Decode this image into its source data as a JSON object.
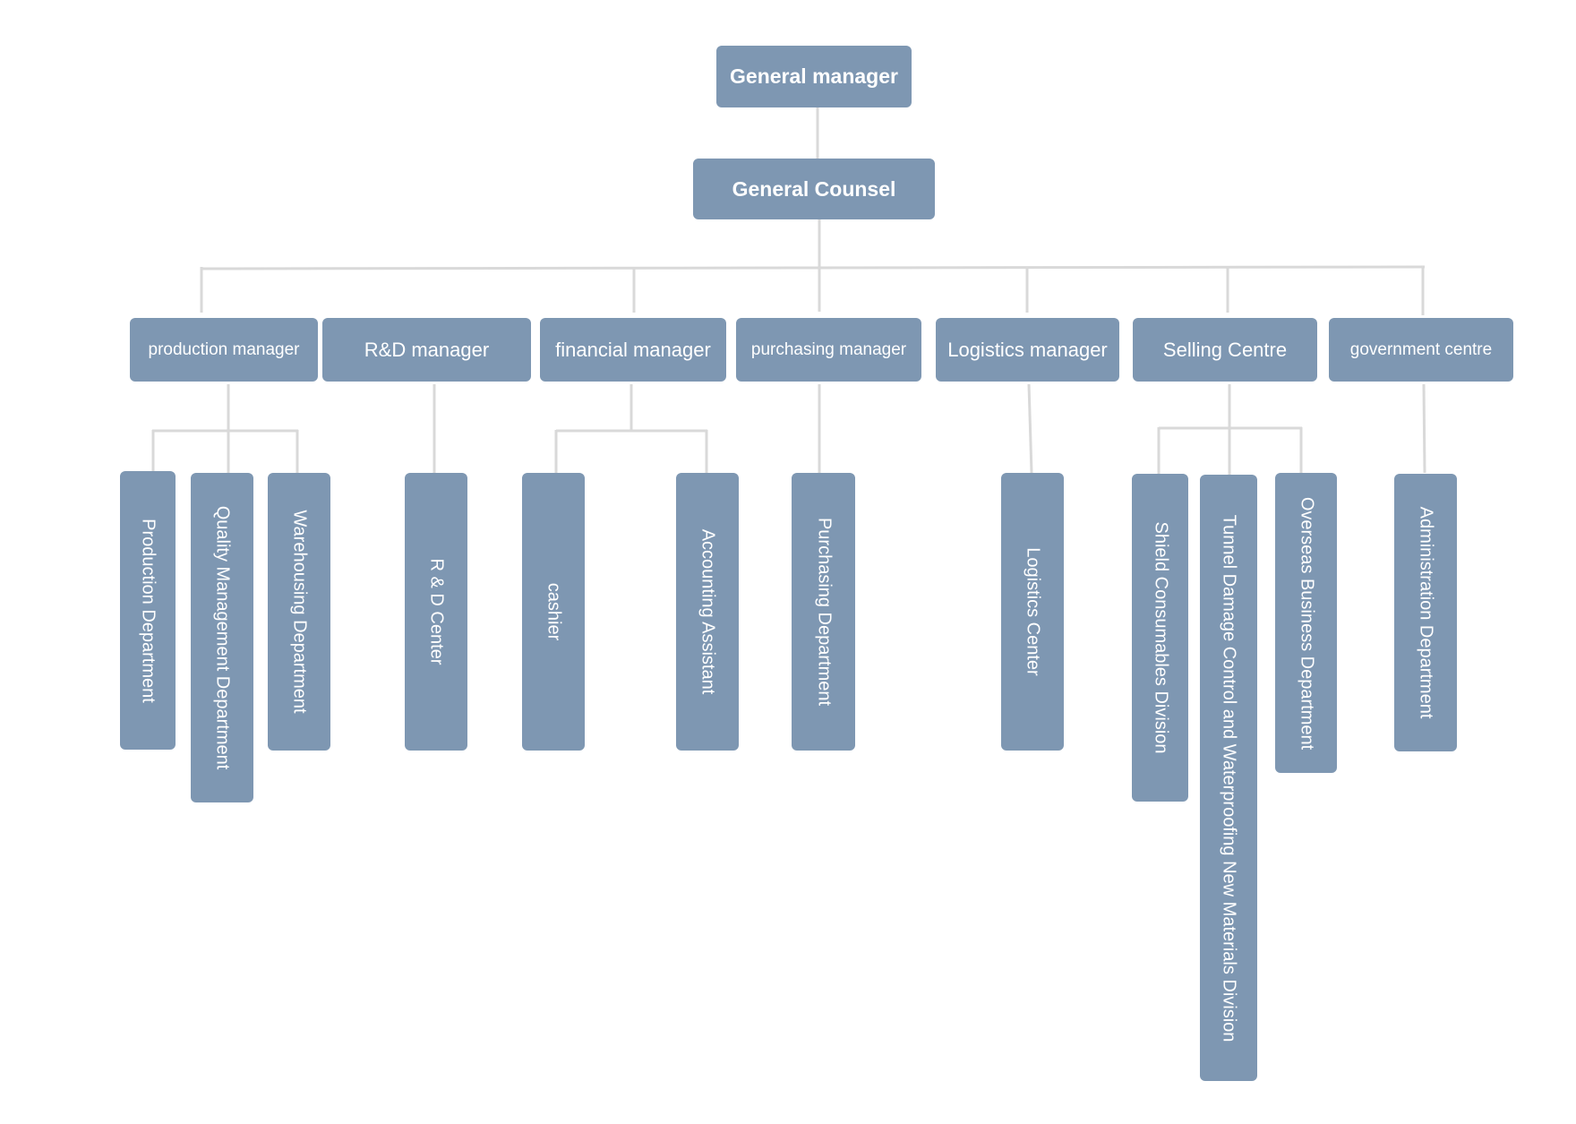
{
  "colors": {
    "box_fill": "#7e97b2",
    "box_text": "#ffffff",
    "connector": "#d9d9d9"
  },
  "chart": {
    "general_manager": "General manager",
    "general_counsel": "General Counsel",
    "managers": [
      {
        "label": "production manager"
      },
      {
        "label": "R&D manager"
      },
      {
        "label": "financial manager"
      },
      {
        "label": "purchasing manager"
      },
      {
        "label": "Logistics manager"
      },
      {
        "label": "Selling Centre"
      },
      {
        "label": "government centre"
      }
    ],
    "departments": [
      {
        "label": "Production Department"
      },
      {
        "label": "Quality Management Department"
      },
      {
        "label": "Warehousing Department"
      },
      {
        "label": "R & D Center"
      },
      {
        "label": "cashier"
      },
      {
        "label": "Accounting Assistant"
      },
      {
        "label": "Purchasing Department"
      },
      {
        "label": "Logistics Center"
      },
      {
        "label": "Shield Consumables Division"
      },
      {
        "label": "Tunnel Damage Control and Waterproofing New Materials Division"
      },
      {
        "label": "Overseas Business Department"
      },
      {
        "label": "Administration Department"
      }
    ]
  }
}
